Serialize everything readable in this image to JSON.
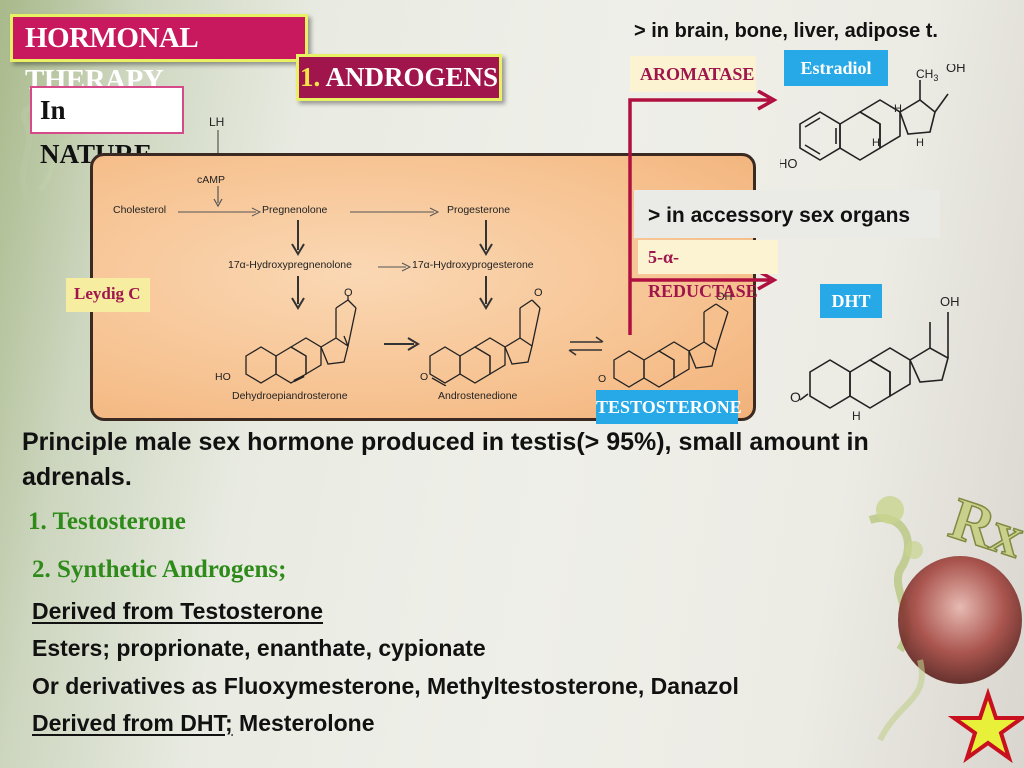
{
  "header": {
    "title": "HORMONAL THERAPY",
    "section_number": "1.",
    "section_label": "ANDROGENS",
    "subtitle": "In NATURE"
  },
  "pathway": {
    "cell_label": "Leydig C",
    "lh": "LH",
    "camp": "cAMP",
    "cholesterol": "Cholesterol",
    "pregnenolone": "Pregnenolone",
    "progesterone": "Progesterone",
    "hydroxypregnenolone": "17α-Hydroxypregnenolone",
    "hydroxyprogesterone": "17α-Hydroxyprogesterone",
    "dhea": "Dehydroepiandrosterone",
    "androstenedione": "Androstenedione",
    "testosterone": "TESTOSTERONE",
    "atom_o": "O",
    "atom_ho": "HO",
    "atom_oh": "OH",
    "atom_h": "H",
    "atom_ch3": "CH",
    "atom_ch3_sub": "3"
  },
  "aromatase": {
    "location": "> in brain, bone, liver, adipose t.",
    "enzyme": "AROMATASE",
    "product": "Estradiol"
  },
  "reductase": {
    "location": "> in accessory sex organs",
    "enzyme": "5-α-REDUCTASE",
    "product": "DHT"
  },
  "body": {
    "principle_line1": "Principle male sex hormone produced in testis(> 95%), small amount in",
    "principle_line2": "adrenals.",
    "item1": "1. Testosterone",
    "item2": "2. Synthetic Androgens;",
    "derived_testosterone": "Derived from Testosterone",
    "esters": "Esters;  proprionate, enanthate, cypionate",
    "derivatives": "Or derivatives as Fluoxymesterone, Methyltestosterone, Danazol",
    "derived_dht": "Derived from DHT;",
    "mesterolone": " Mesterolone"
  },
  "decor": {
    "rx": "Rx"
  },
  "colors": {
    "title_bg": "#c8185e",
    "accent_border": "#e8f064",
    "label_blue": "#26a9e6",
    "enzyme_text": "#a0154b",
    "green_text": "#2e8b1a",
    "arrow": "#b0103f"
  }
}
